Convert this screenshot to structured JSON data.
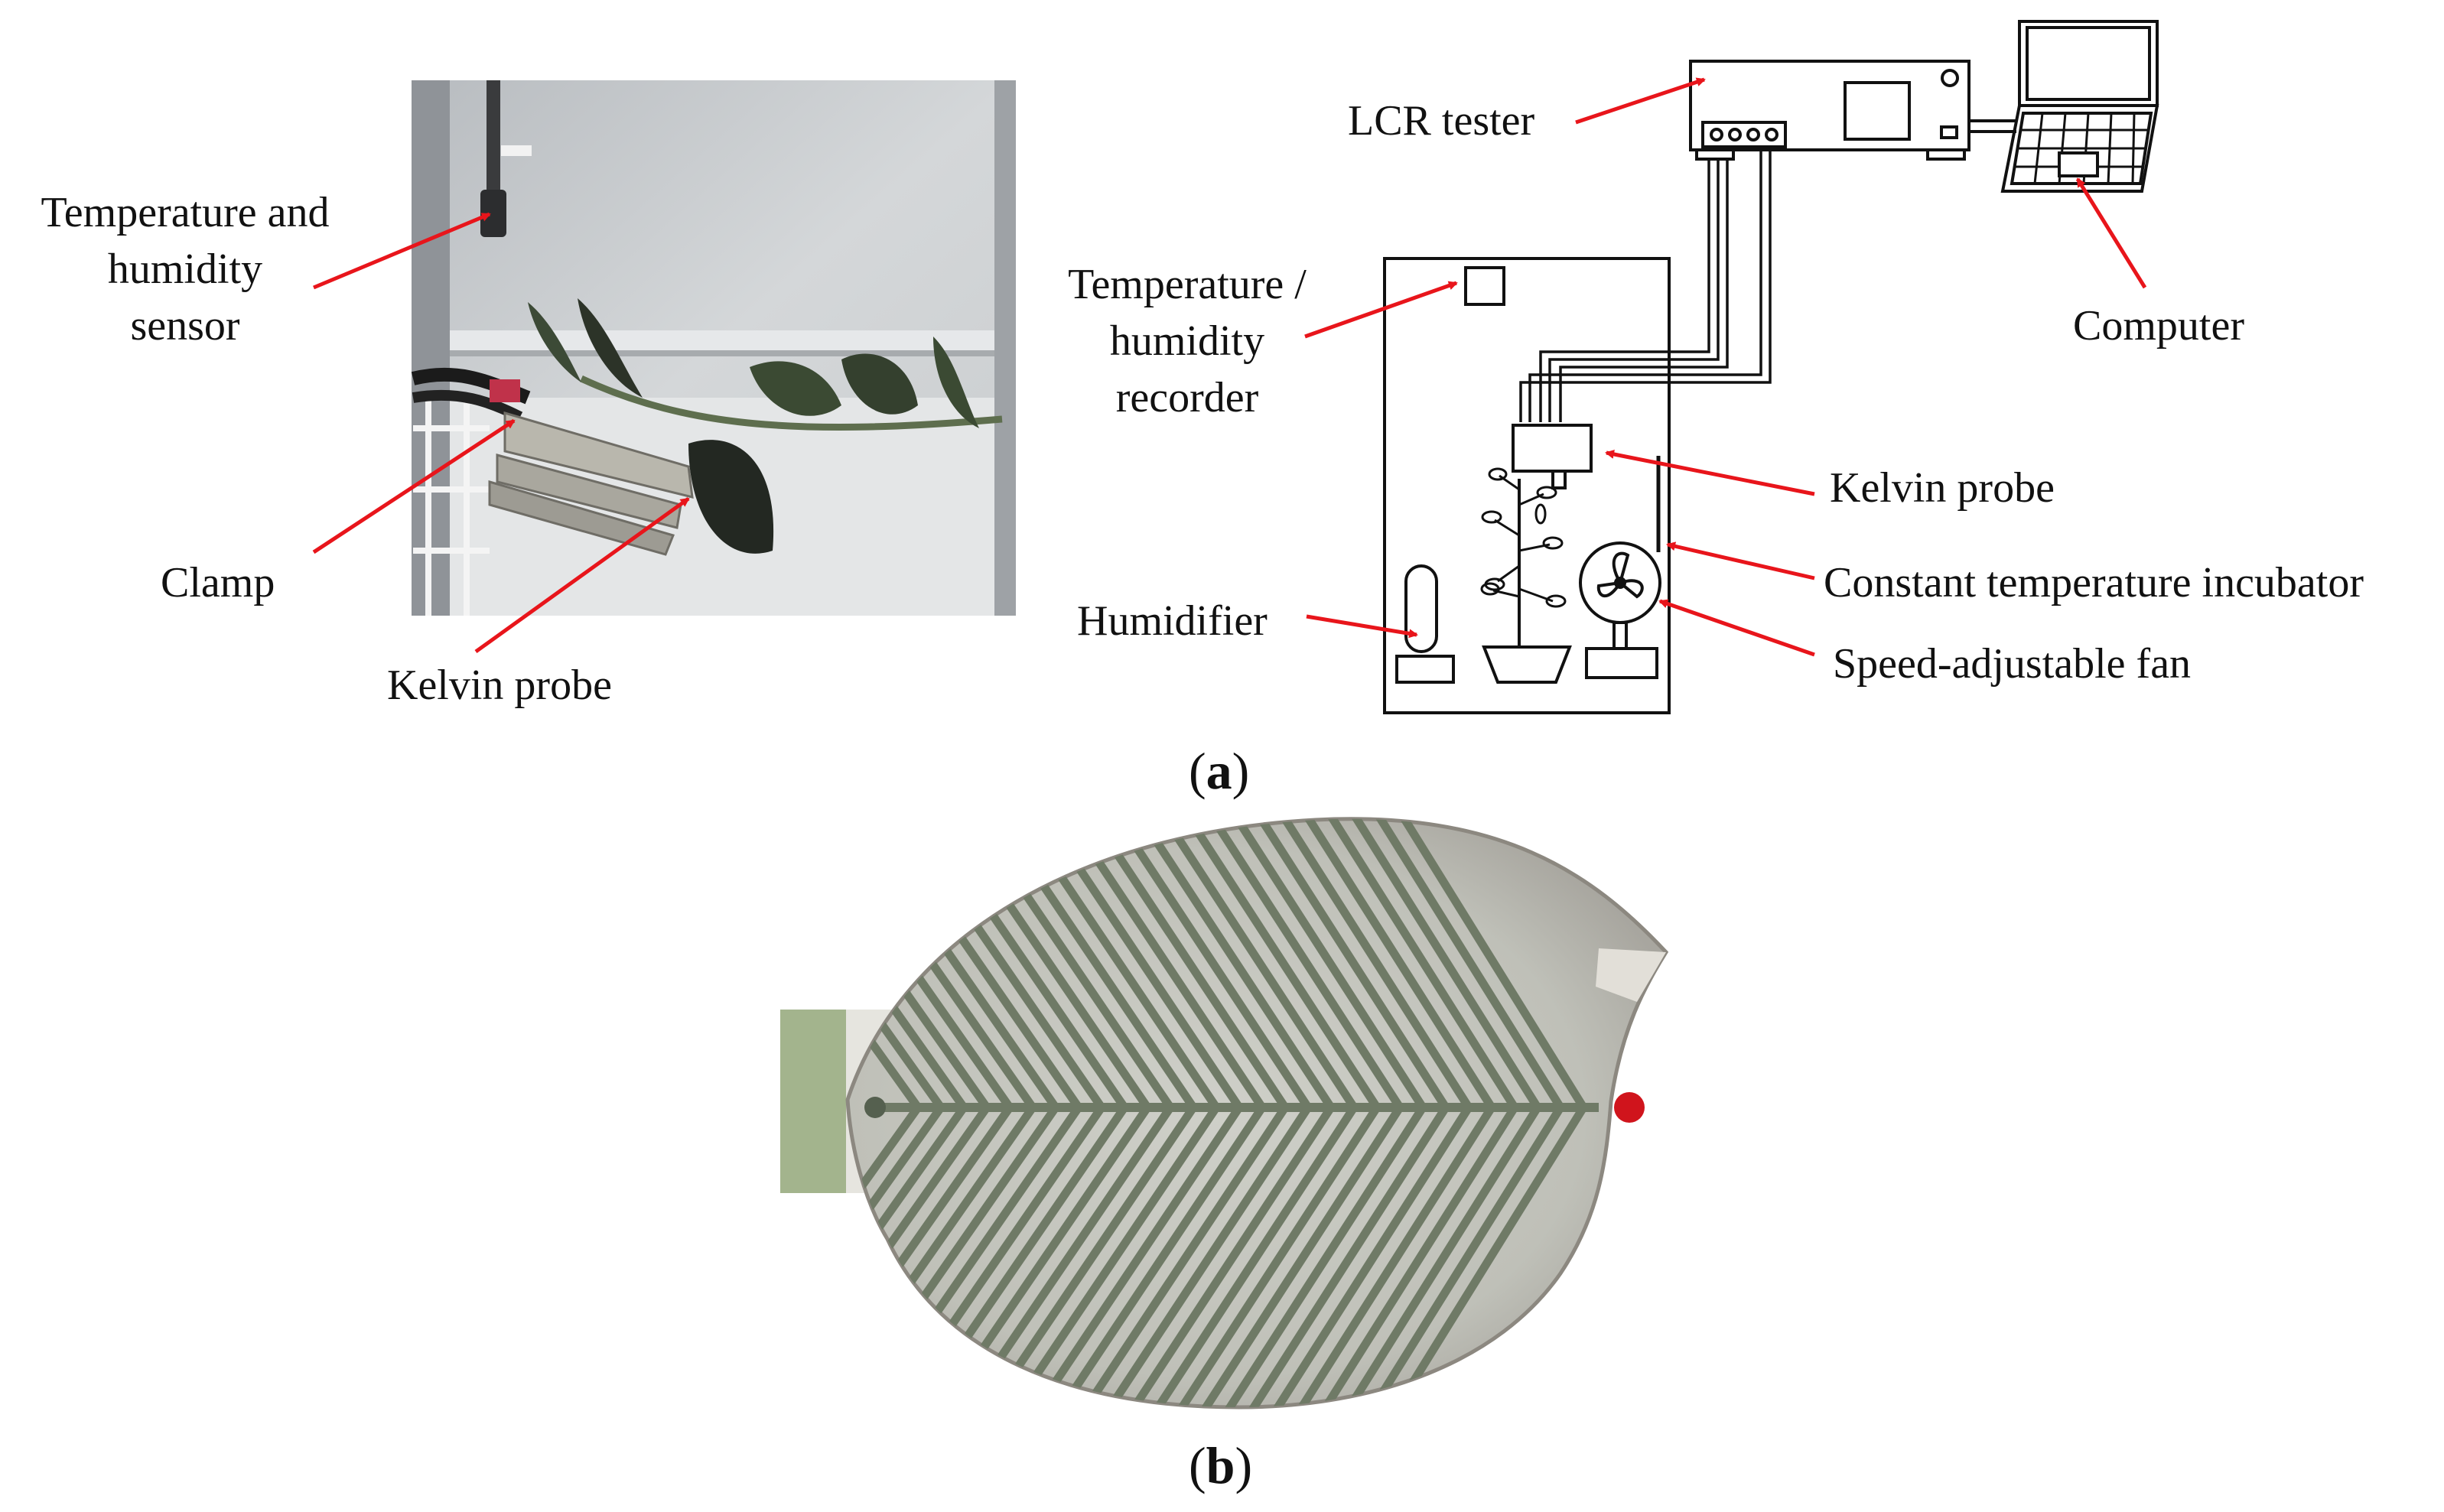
{
  "panel_a": {
    "photo_labels": {
      "sensor_line1": "Temperature and",
      "sensor_line2": "humidity",
      "sensor_line3": "sensor",
      "clamp": "Clamp",
      "kelvin_probe": "Kelvin probe"
    },
    "schematic_labels": {
      "lcr_tester": "LCR tester",
      "recorder_line1": "Temperature /",
      "recorder_line2": "humidity",
      "recorder_line3": "recorder",
      "computer": "Computer",
      "kelvin_probe": "Kelvin probe",
      "incubator": "Constant temperature incubator",
      "humidifier": "Humidifier",
      "fan": "Speed-adjustable fan"
    },
    "caption_open": "(",
    "caption_letter": "a",
    "caption_close": ")"
  },
  "panel_b": {
    "caption_open": "(",
    "caption_letter": "b",
    "caption_close": ")"
  },
  "colors": {
    "arrow": "#e8151b",
    "line": "#111111",
    "electrode": "#6f7a66",
    "electrode_light": "#d8d6cf",
    "connector": "#a3b48d",
    "red_dot": "#d0141c"
  }
}
